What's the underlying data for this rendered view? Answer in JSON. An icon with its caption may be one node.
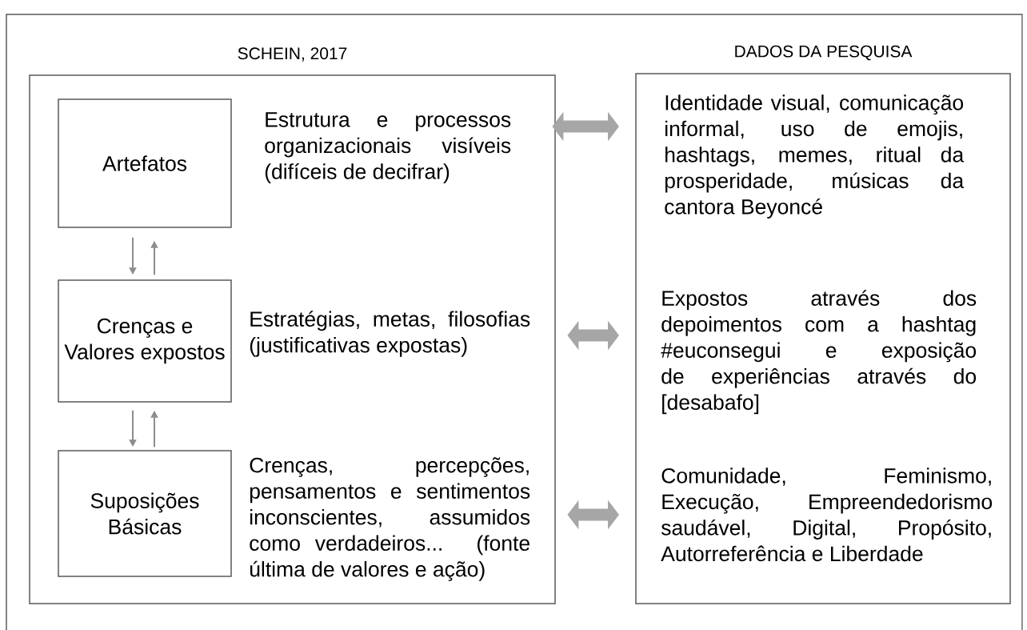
{
  "diagram": {
    "nodes": [
      {
        "text": [
          "SCHEIN, 2017"
        ]
      },
      {
        "text": [
          "Artefatos"
        ],
        "in": 0
      },
      {
        "text": [
          "Estrutura e processos organizacionais visíveis (difíceis de decifrar)"
        ],
        "in": 0
      },
      {
        "text": [
          "Crenças e Valores expostos"
        ],
        "in": 0
      },
      {
        "text": [
          "Estratégias, metas, filosofias (justificativas expostas)"
        ],
        "in": 0
      },
      {
        "text": [
          "Suposições Básicas"
        ],
        "in": 0
      },
      {
        "text": [
          "Crenças, percepções, pensamentos e sentimentos inconscientes, assumidos como verdadeiros... (fonte última de valores e ação)"
        ],
        "in": 0
      },
      {
        "text": [
          "DADOS DA PESQUISA"
        ]
      },
      {
        "text": [
          "Identidade visual, comunicação informal, uso de emojis, hashtags, memes, ritual da prosperidade, músicas da cantora Beyoncé"
        ],
        "in": 7
      },
      {
        "text": [
          "Expostos através dos depoimentos com a hashtag #euconsegui e exposição de experiências através do [desabafo]"
        ],
        "in": 7
      },
      {
        "text": [
          "Comunidade, Feminismo, Execução, Empreendedorismo saudável, Digital, Propósito, Autorreferência e Liberdade"
        ],
        "in": 7
      }
    ],
    "edges": [
      {
        "from": 1,
        "to": 3,
        "arrow": "to"
      },
      {
        "from": 3,
        "to": 1,
        "arrow": "to"
      },
      {
        "from": 3,
        "to": 5,
        "arrow": "to"
      },
      {
        "from": 5,
        "to": 3,
        "arrow": "to"
      },
      {
        "from": 2,
        "to": 8,
        "arrow": "both",
        "style": "thick"
      },
      {
        "from": 4,
        "to": 9,
        "arrow": "both",
        "style": "thick"
      },
      {
        "from": 6,
        "to": 10,
        "arrow": "both",
        "style": "thick"
      }
    ]
  }
}
